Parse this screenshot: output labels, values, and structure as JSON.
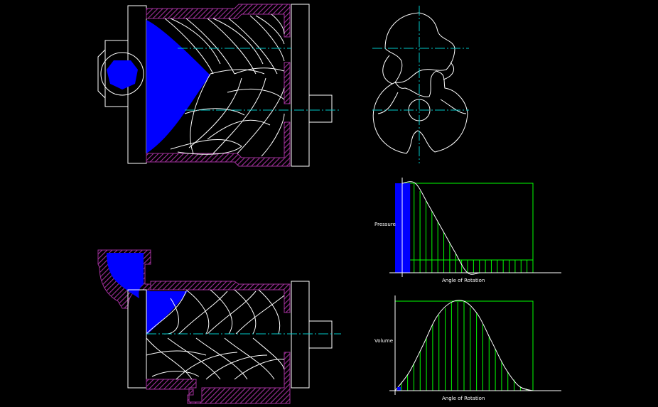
{
  "labels": {
    "pressure": "Pressure",
    "volume": "Volume",
    "angle_top": "Angle of Rotation",
    "angle_bottom": "Angle of Rotation"
  },
  "colors": {
    "background": "#000000",
    "outline": "#ffffff",
    "hatch": "#a0309a",
    "fluid": "#0000ff",
    "centerline": "#00c8c8",
    "grid": "#00ff00"
  },
  "chart_data": [
    {
      "type": "area",
      "ylabel": "Pressure",
      "xlabel": "Angle of Rotation",
      "x": [
        0,
        0.1,
        0.2,
        0.3,
        0.4,
        0.5,
        0.6,
        0.7,
        0.8,
        0.9,
        1.0
      ],
      "values": [
        1.0,
        1.0,
        0.76,
        0.5,
        0.24,
        0.0,
        0.0,
        0.0,
        0.0,
        0.0,
        0.0
      ],
      "highlighted_region": [
        0,
        0.05
      ]
    },
    {
      "type": "area",
      "ylabel": "Volume",
      "xlabel": "Angle of Rotation",
      "x": [
        0,
        0.1,
        0.2,
        0.3,
        0.4,
        0.5,
        0.6,
        0.7,
        0.8,
        0.9,
        1.0
      ],
      "values": [
        0.0,
        0.2,
        0.5,
        0.82,
        0.98,
        1.0,
        0.85,
        0.55,
        0.25,
        0.05,
        0.0
      ]
    }
  ]
}
